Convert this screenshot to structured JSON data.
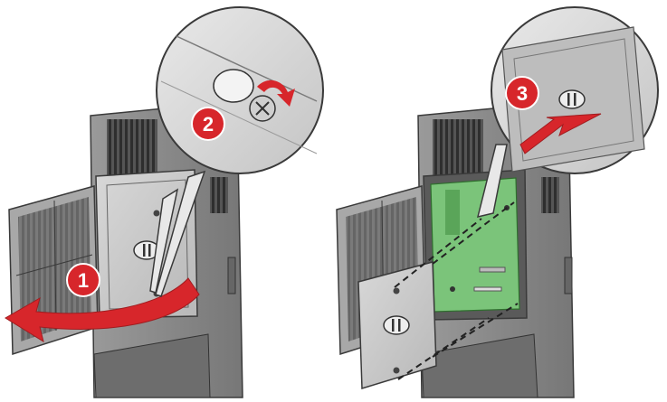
{
  "steps": [
    {
      "number": "1",
      "action": "open-door"
    },
    {
      "number": "2",
      "action": "loosen-screw"
    },
    {
      "number": "3",
      "action": "slide-off-shield"
    }
  ],
  "colors": {
    "callout_red": "#d7262b",
    "printer_gray": "#8a8a8a",
    "panel_light": "#c9c9c9",
    "board_green": "#7bc47a",
    "outline": "#3a3a3a"
  },
  "icons": [
    "printer",
    "access-door",
    "thumbscrew",
    "metal-shield",
    "controller-board",
    "magnifier-callout",
    "arrow"
  ]
}
